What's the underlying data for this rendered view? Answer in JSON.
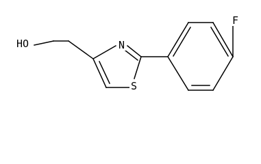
{
  "molecule": {
    "atoms": {
      "hydroxyl": "HO",
      "nitrogen": "N",
      "sulfur": "S",
      "fluorine": "F"
    }
  }
}
